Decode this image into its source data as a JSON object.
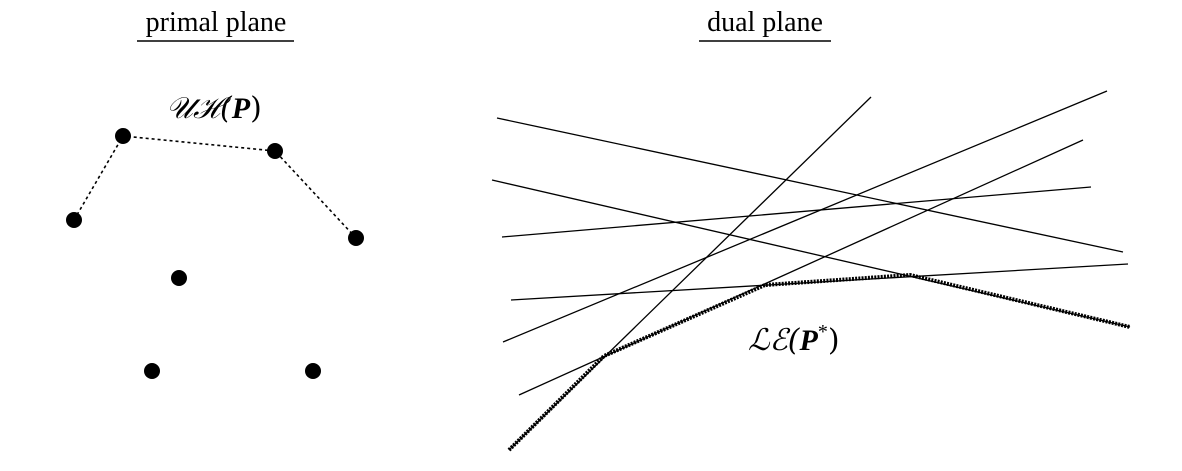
{
  "primal": {
    "title": "primal plane",
    "hull_label": {
      "prefix": "𝒰ℋ(",
      "var": "P",
      "suffix": ")"
    },
    "points": [
      "p1",
      "p2",
      "p3",
      "p4",
      "p5",
      "p6",
      "p7"
    ]
  },
  "dual": {
    "title": "dual plane",
    "envelope_label": {
      "prefix": "ℒℰ(",
      "var": "P",
      "sup": "*",
      "suffix": ")"
    },
    "lines": [
      "l1",
      "l2",
      "l3",
      "l4",
      "l5",
      "l6",
      "l7"
    ]
  },
  "colors": {
    "ink": "#000000",
    "background": "#ffffff"
  }
}
